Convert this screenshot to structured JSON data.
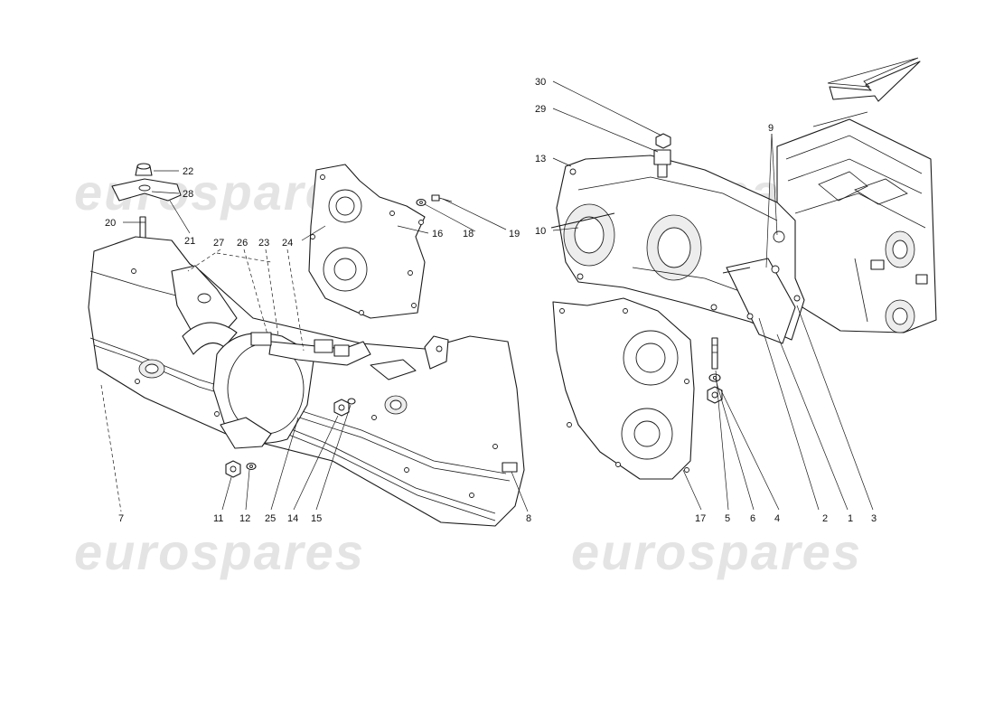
{
  "watermark": {
    "text": "eurospares"
  },
  "callouts": {
    "c1": "1",
    "c2": "2",
    "c3": "3",
    "c4": "4",
    "c5": "5",
    "c6": "6",
    "c7": "7",
    "c8": "8",
    "c9": "9",
    "c10": "10",
    "c11": "11",
    "c12": "12",
    "c13": "13",
    "c14": "14",
    "c15": "15",
    "c16": "16",
    "c17": "17",
    "c18": "18",
    "c19": "19",
    "c20": "20",
    "c21": "21",
    "c22": "22",
    "c23": "23",
    "c24": "24",
    "c25": "25",
    "c26": "26",
    "c27": "27",
    "c28": "28",
    "c29": "29",
    "c30": "30"
  }
}
